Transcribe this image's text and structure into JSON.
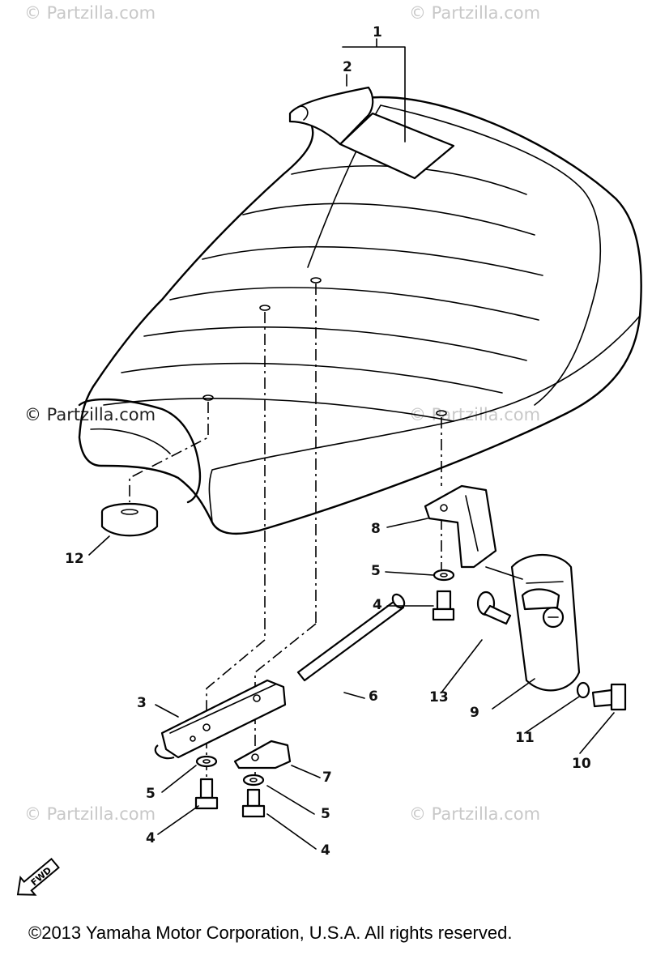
{
  "watermarks": {
    "top_left": "© Partzilla.com",
    "top_right": "© Partzilla.com",
    "mid_left": "© Partzilla.com",
    "mid_right": "© Partzilla.com",
    "bottom_left": "© Partzilla.com",
    "bottom_right": "© Partzilla.com"
  },
  "callouts": {
    "c1": "1",
    "c2": "2",
    "c3": "3",
    "c4a": "4",
    "c4b": "4",
    "c4c": "4",
    "c5a": "5",
    "c5b": "5",
    "c5c": "5",
    "c6": "6",
    "c7": "7",
    "c8": "8",
    "c9": "9",
    "c10": "10",
    "c11": "11",
    "c12": "12",
    "c13": "13"
  },
  "fwd_label": "FWD",
  "footer": "©2013  Yamaha Motor Corporation, U.S.A. All rights reserved."
}
